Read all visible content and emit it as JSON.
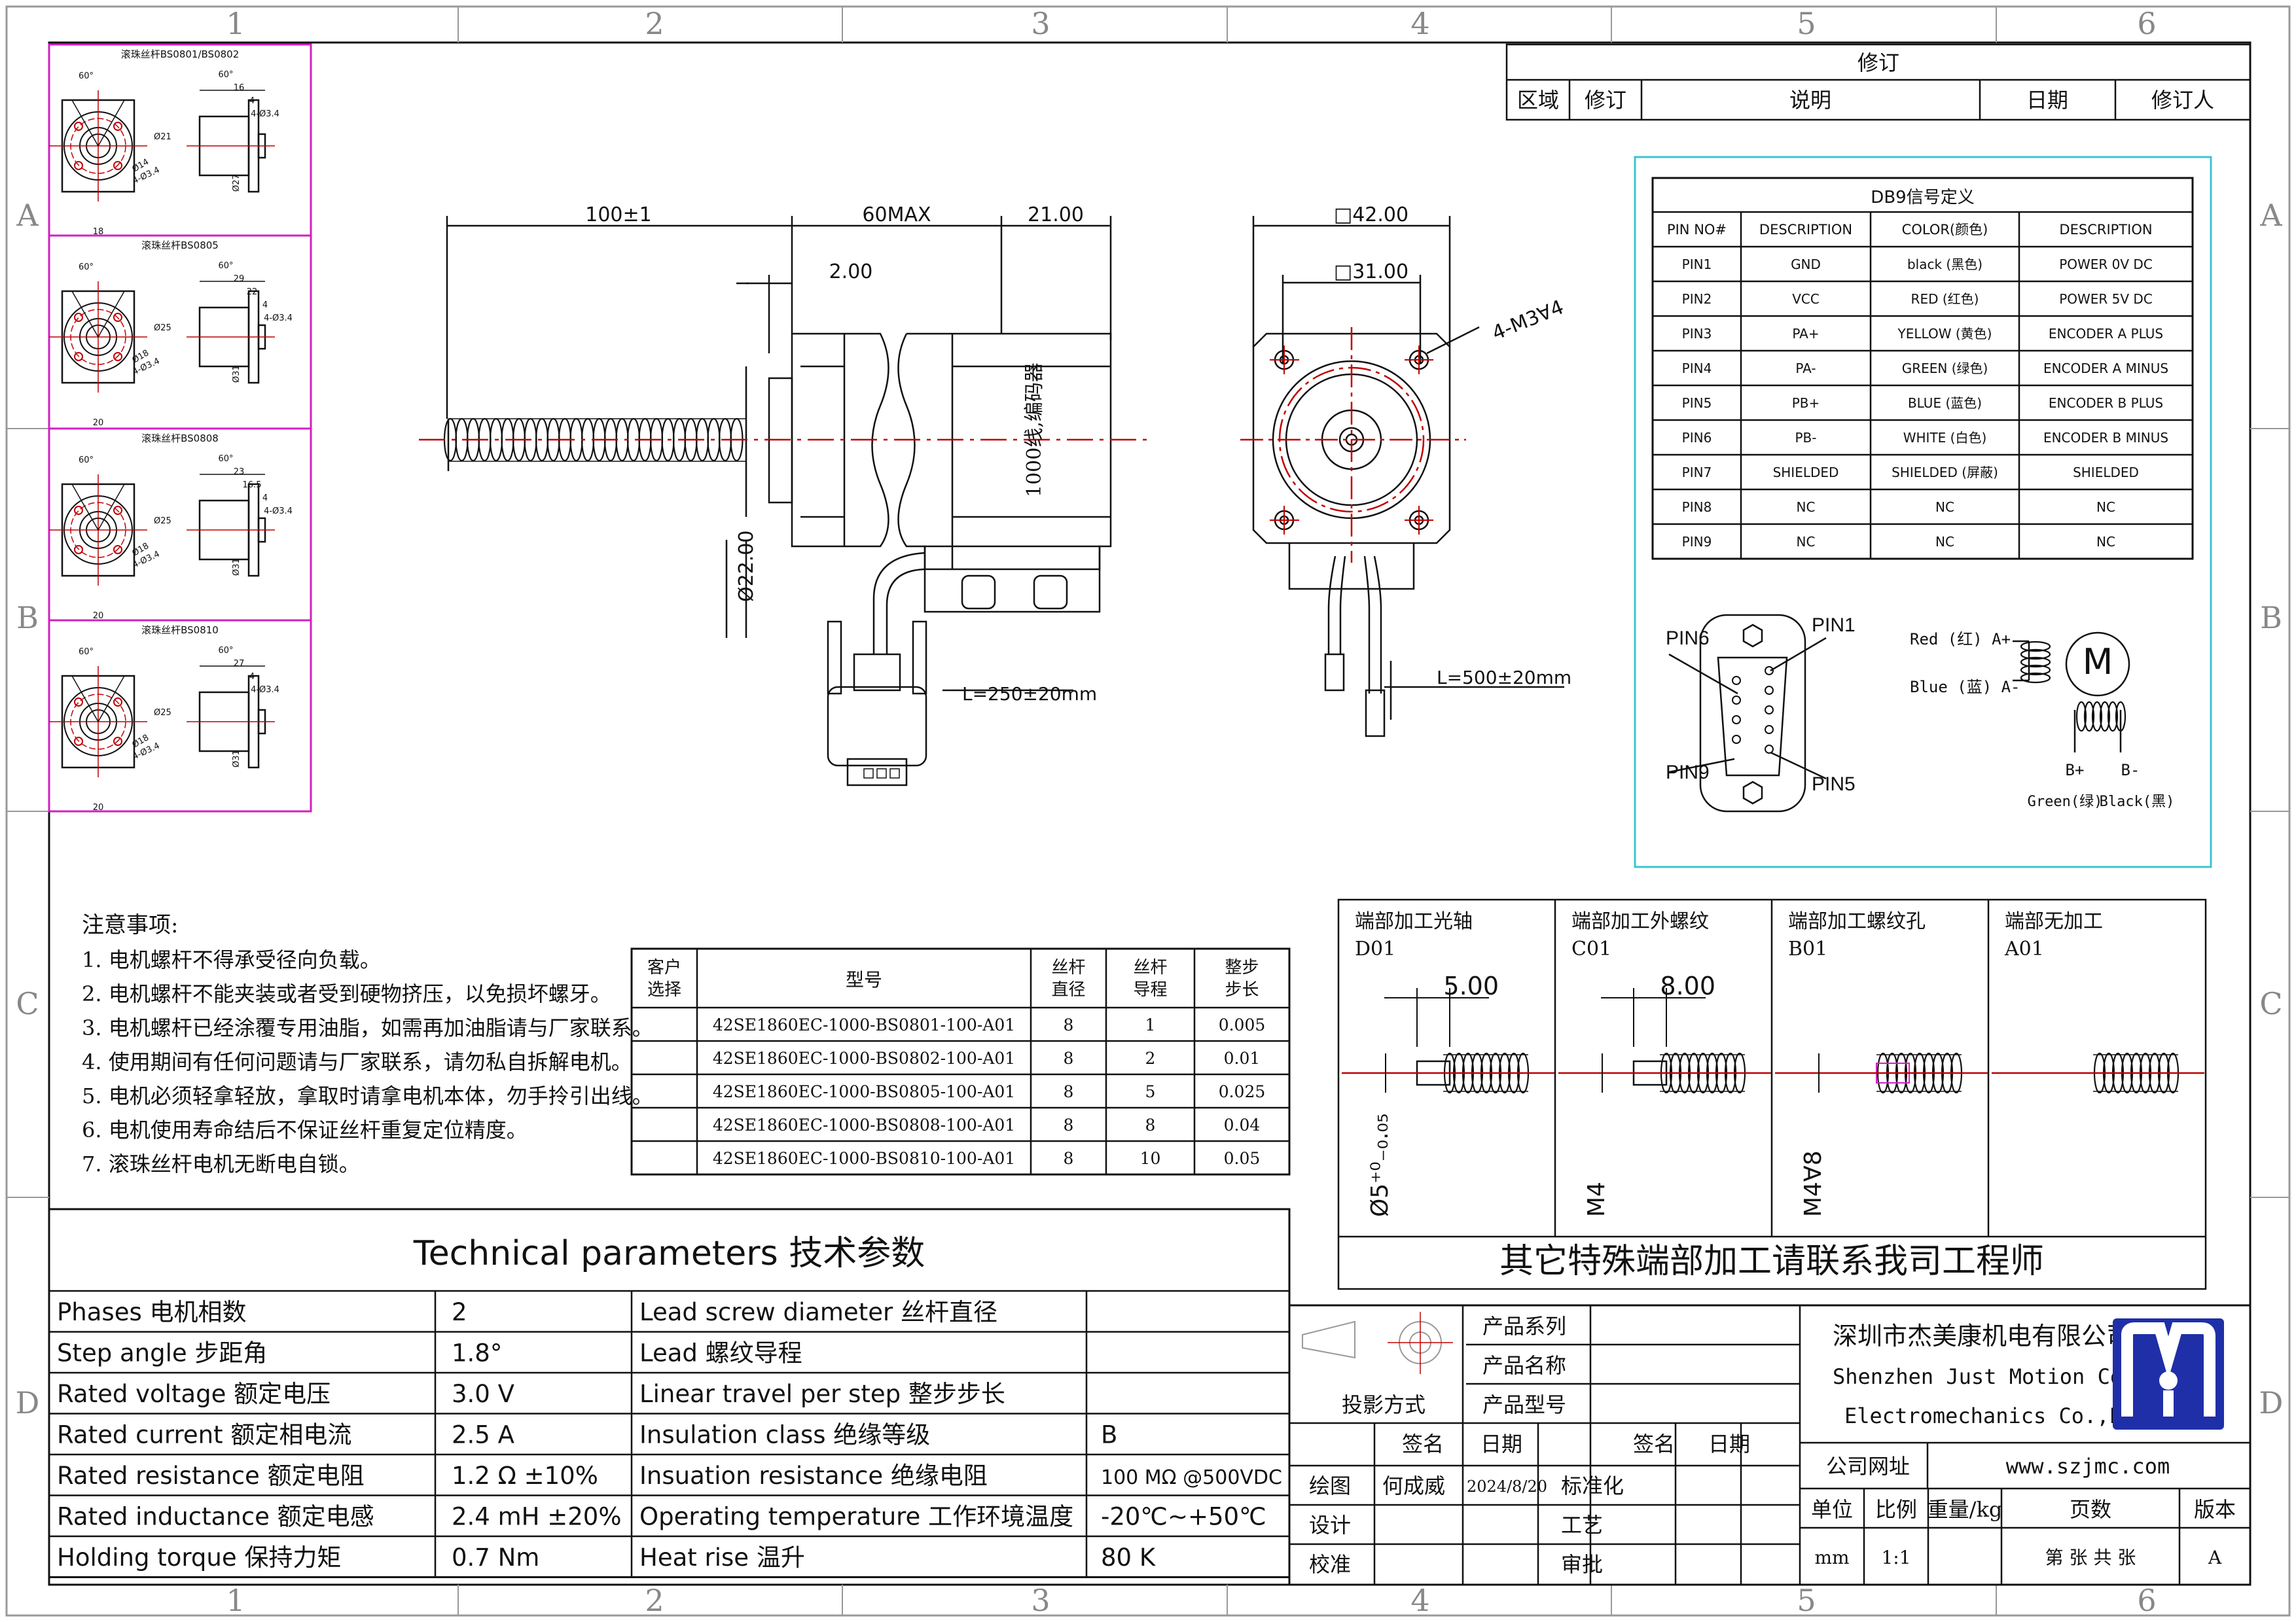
{
  "zones": {
    "cols": [
      "1",
      "2",
      "3",
      "4",
      "5",
      "6"
    ],
    "rows": [
      "A",
      "B",
      "C",
      "D"
    ]
  },
  "revision": {
    "title": "修订",
    "headers": [
      "区域",
      "修订",
      "说明",
      "日期",
      "修订人"
    ]
  },
  "ballscrew_views": [
    {
      "title": "滚珠丝杆BS0801/BS0802",
      "dims": [
        "60°",
        "16",
        "4",
        "Ø21",
        "4-Ø3.4",
        "18",
        "Ø14",
        "Ø27"
      ]
    },
    {
      "title": "滚珠丝杆BS0805",
      "dims": [
        "60°",
        "29",
        "22",
        "4",
        "Ø25",
        "4-Ø3.4",
        "20",
        "Ø18",
        "Ø31"
      ]
    },
    {
      "title": "滚珠丝杆BS0808",
      "dims": [
        "60°",
        "23",
        "16.5",
        "4",
        "Ø25",
        "4-Ø3.4",
        "20",
        "Ø18",
        "Ø31"
      ]
    },
    {
      "title": "滚珠丝杆BS0810",
      "dims": [
        "60°",
        "27",
        "4",
        "Ø25",
        "4-Ø3.4",
        "20",
        "Ø18",
        "Ø31"
      ]
    }
  ],
  "side_view": {
    "dim_screw": "100±1",
    "dim_motor": "60MAX",
    "dim_encoder": "21.00",
    "dim_pilot": "2.00",
    "dim_dia": "Ø22.00",
    "label_encoder": "1000线,编码器",
    "cable": "L=250±20mm"
  },
  "front_view": {
    "dim_outer": "□42.00",
    "dim_inner": "□31.00",
    "holes": "4-M3∀4",
    "cable": "L=500±20mm"
  },
  "db9": {
    "title": "DB9信号定义",
    "headers": [
      "PIN NO#",
      "DESCRIPTION",
      "COLOR(颜色)",
      "DESCRIPTION"
    ],
    "rows": [
      [
        "PIN1",
        "GND",
        "black (黑色)",
        "POWER 0V DC"
      ],
      [
        "PIN2",
        "VCC",
        "RED (红色)",
        "POWER 5V DC"
      ],
      [
        "PIN3",
        "PA+",
        "YELLOW (黄色)",
        "ENCODER A PLUS"
      ],
      [
        "PIN4",
        "PA-",
        "GREEN (绿色)",
        "ENCODER A MINUS"
      ],
      [
        "PIN5",
        "PB+",
        "BLUE (蓝色)",
        "ENCODER B PLUS"
      ],
      [
        "PIN6",
        "PB-",
        "WHITE (白色)",
        "ENCODER B MINUS"
      ],
      [
        "PIN7",
        "SHIELDED",
        "SHIELDED (屏蔽)",
        "SHIELDED"
      ],
      [
        "PIN8",
        "NC",
        "NC",
        "NC"
      ],
      [
        "PIN9",
        "NC",
        "NC",
        "NC"
      ]
    ],
    "pins": [
      "PIN6",
      "PIN1",
      "PIN9",
      "PIN5"
    ],
    "coil": {
      "a_plus": "Red (红) A+",
      "a_minus": "Blue (蓝) A-",
      "b_plus": "B+",
      "b_minus": "B-",
      "green": "Green(绿)",
      "black": "Black(黑)",
      "motor": "M"
    }
  },
  "notes": {
    "title": "注意事项:",
    "items": [
      "1.  电机螺杆不得承受径向负载。",
      "2.  电机螺杆不能夹装或者受到硬物挤压，以免损坏螺牙。",
      "3.  电机螺杆已经涂覆专用油脂，如需再加油脂请与厂家联系。",
      "4.  使用期间有任何问题请与厂家联系，请勿私自拆解电机。",
      "5.  电机必须轻拿轻放，拿取时请拿电机本体，勿手拎引出线。",
      "6.  电机使用寿命结后不保证丝杆重复定位精度。",
      "7.  滚珠丝杆电机无断电自锁。"
    ]
  },
  "models": {
    "headers": [
      "客户\n选择",
      "型号",
      "丝杆\n直径",
      "丝杆\n导程",
      "整步\n步长"
    ],
    "rows": [
      [
        "",
        "42SE1860EC-1000-BS0801-100-A01",
        "8",
        "1",
        "0.005"
      ],
      [
        "",
        "42SE1860EC-1000-BS0802-100-A01",
        "8",
        "2",
        "0.01"
      ],
      [
        "",
        "42SE1860EC-1000-BS0805-100-A01",
        "8",
        "5",
        "0.025"
      ],
      [
        "",
        "42SE1860EC-1000-BS0808-100-A01",
        "8",
        "8",
        "0.04"
      ],
      [
        "",
        "42SE1860EC-1000-BS0810-100-A01",
        "8",
        "10",
        "0.05"
      ]
    ]
  },
  "ends": {
    "panels": [
      {
        "title": "端部加工光轴",
        "code": "D01",
        "dim": "5.00",
        "dim2": "Ø5⁺⁰₋₀.₀₅"
      },
      {
        "title": "端部加工外螺纹",
        "code": "C01",
        "dim": "8.00",
        "dim2": "M4"
      },
      {
        "title": "端部加工螺纹孔",
        "code": "B01",
        "dim": "",
        "dim2": "M4∀8"
      },
      {
        "title": "端部无加工",
        "code": "A01",
        "dim": "",
        "dim2": ""
      }
    ],
    "footer": "其它特殊端部加工请联系我司工程师"
  },
  "tech": {
    "title": "Technical parameters 技术参数",
    "left": [
      [
        "Phases 电机相数",
        "2"
      ],
      [
        "Step angle 步距角",
        "1.8°"
      ],
      [
        "Rated voltage 额定电压",
        "3.0 V"
      ],
      [
        "Rated current 额定相电流",
        "2.5 A"
      ],
      [
        "Rated resistance 额定电阻",
        "1.2 Ω  ±10%"
      ],
      [
        "Rated inductance 额定电感",
        "2.4 mH ±20%"
      ],
      [
        "Holding torque 保持力矩",
        "0.7 Nm"
      ]
    ],
    "right": [
      [
        "Lead screw diameter 丝杆直径",
        ""
      ],
      [
        "Lead 螺纹导程",
        ""
      ],
      [
        "Linear travel per step 整步步长",
        ""
      ],
      [
        "Insulation class 绝缘等级",
        "B"
      ],
      [
        "Insuation resistance 绝缘电阻",
        "100 MΩ @500VDC"
      ],
      [
        "Operating temperature 工作环境温度",
        "-20℃~+50℃"
      ],
      [
        "Heat rise 温升",
        "80 K"
      ]
    ]
  },
  "titleblock": {
    "series": "产品系列",
    "name": "产品名称",
    "projection": "投影方式",
    "model": "产品型号",
    "sign": "签名",
    "date": "日期",
    "drawn": "绘图",
    "drawn_by": "何成威",
    "drawn_date": "2024/8/20",
    "standard": "标准化",
    "design": "设计",
    "process": "工艺",
    "check": "校准",
    "approve": "审批",
    "company_cn": "深圳市杰美康机电有限公司",
    "company_en1": "Shenzhen Just Motion Control",
    "company_en2": "Electromechanics Co.,LTD",
    "website_label": "公司网址",
    "website": "www.szjmc.com",
    "unit_h": "单位",
    "scale_h": "比例",
    "weight_h": "重量/kg",
    "pages_h": "页数",
    "version_h": "版本",
    "unit": "mm",
    "scale": "1:1",
    "pages": "第 张 共 张",
    "version": "A"
  },
  "colors": {
    "border": "#111111",
    "red": "#c00000",
    "magenta": "#d020c0",
    "cyan": "#39c6d3",
    "logo": "#1f2fa8"
  }
}
